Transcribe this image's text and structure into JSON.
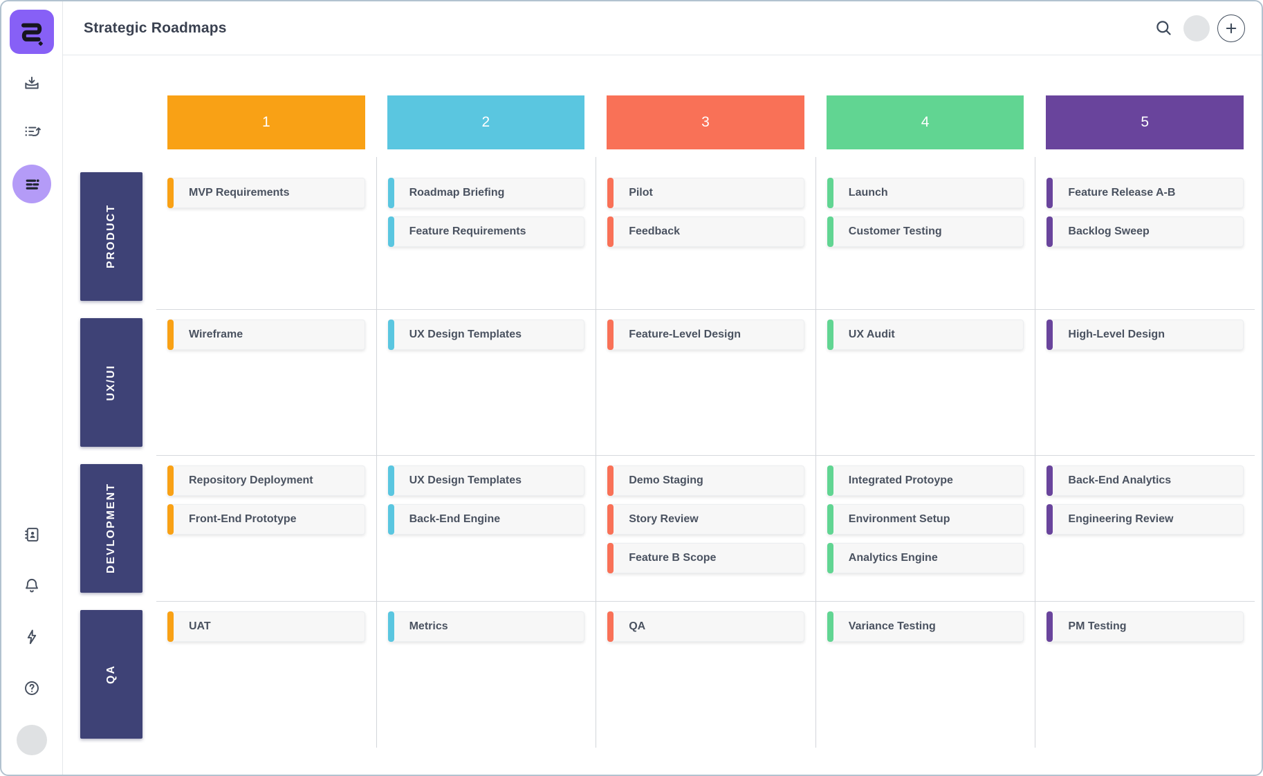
{
  "header": {
    "title": "Strategic Roadmaps"
  },
  "sidebar": {
    "logo_icon": "winding-road-logo",
    "top_items": [
      {
        "icon": "inbox-import-icon",
        "active": false
      },
      {
        "icon": "list-restore-icon",
        "active": false
      },
      {
        "icon": "roadmap-rows-icon",
        "active": true
      }
    ],
    "bottom_items": [
      {
        "icon": "contacts-book-icon"
      },
      {
        "icon": "bell-icon"
      },
      {
        "icon": "lightning-icon"
      },
      {
        "icon": "help-circle-icon"
      },
      {
        "icon": "user-avatar"
      }
    ]
  },
  "palette": {
    "logo_bg": "#8760F6",
    "active_item_bg": "#B49BF7",
    "lane_bg": "#3E4276",
    "card_bg": "#F7F7F7",
    "card_text": "#4A5260",
    "grid_line": "#D4D7DB",
    "frame_border": "#B2C2CF"
  },
  "board": {
    "columns": [
      {
        "number": "1",
        "color": "#F9A115"
      },
      {
        "number": "2",
        "color": "#5AC6E0"
      },
      {
        "number": "3",
        "color": "#F97157"
      },
      {
        "number": "4",
        "color": "#61D592"
      },
      {
        "number": "5",
        "color": "#69449C"
      }
    ],
    "rows": [
      {
        "label": "PRODUCT",
        "cells": [
          [
            "MVP Requirements"
          ],
          [
            "Roadmap Briefing",
            "Feature Requirements"
          ],
          [
            "Pilot",
            "Feedback"
          ],
          [
            "Launch",
            "Customer Testing"
          ],
          [
            "Feature Release A-B",
            "Backlog Sweep"
          ]
        ]
      },
      {
        "label": "UX/UI",
        "cells": [
          [
            "Wireframe"
          ],
          [
            "UX Design Templates"
          ],
          [
            "Feature-Level Design"
          ],
          [
            "UX Audit"
          ],
          [
            "High-Level Design"
          ]
        ]
      },
      {
        "label": "DEVLOPMENT",
        "cells": [
          [
            "Repository Deployment",
            "Front-End Prototype"
          ],
          [
            "UX Design Templates",
            "Back-End Engine"
          ],
          [
            "Demo Staging",
            "Story Review",
            "Feature B Scope"
          ],
          [
            "Integrated Protoype",
            "Environment Setup",
            "Analytics Engine"
          ],
          [
            "Back-End Analytics",
            "Engineering Review"
          ]
        ]
      },
      {
        "label": "QA",
        "cells": [
          [
            "UAT"
          ],
          [
            "Metrics"
          ],
          [
            "QA"
          ],
          [
            "Variance Testing"
          ],
          [
            "PM Testing"
          ]
        ]
      }
    ]
  }
}
